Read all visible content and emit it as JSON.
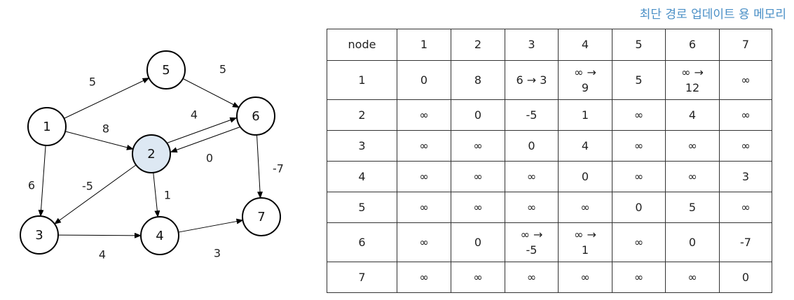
{
  "caption": "최단 경로 업데이트 용 메모리",
  "graph": {
    "nodes": [
      {
        "id": "1",
        "label": "1",
        "highlight": false
      },
      {
        "id": "2",
        "label": "2",
        "highlight": true
      },
      {
        "id": "3",
        "label": "3",
        "highlight": false
      },
      {
        "id": "4",
        "label": "4",
        "highlight": false
      },
      {
        "id": "5",
        "label": "5",
        "highlight": false
      },
      {
        "id": "6",
        "label": "6",
        "highlight": false
      },
      {
        "id": "7",
        "label": "7",
        "highlight": false
      }
    ],
    "edges": [
      {
        "from": "1",
        "to": "5",
        "weight": "5"
      },
      {
        "from": "1",
        "to": "2",
        "weight": "8"
      },
      {
        "from": "1",
        "to": "3",
        "weight": "6"
      },
      {
        "from": "5",
        "to": "6",
        "weight": "5"
      },
      {
        "from": "2",
        "to": "6",
        "weight": "4"
      },
      {
        "from": "6",
        "to": "2",
        "weight": "0"
      },
      {
        "from": "2",
        "to": "3",
        "weight": "-5"
      },
      {
        "from": "2",
        "to": "4",
        "weight": "1"
      },
      {
        "from": "6",
        "to": "7",
        "weight": "-7"
      },
      {
        "from": "3",
        "to": "4",
        "weight": "4"
      },
      {
        "from": "4",
        "to": "7",
        "weight": "3"
      }
    ],
    "colors": {
      "highlight_fill": "#dde8f3",
      "node_fill": "#ffffff",
      "stroke": "#000000"
    }
  },
  "table": {
    "header": [
      "node",
      "1",
      "2",
      "3",
      "4",
      "5",
      "6",
      "7"
    ],
    "rows": [
      [
        "1",
        "0",
        "8",
        "6 → 3",
        "∞ →\n9",
        "5",
        "∞ →\n12",
        "∞"
      ],
      [
        "2",
        "∞",
        "0",
        "-5",
        "1",
        "∞",
        "4",
        "∞"
      ],
      [
        "3",
        "∞",
        "∞",
        "0",
        "4",
        "∞",
        "∞",
        "∞"
      ],
      [
        "4",
        "∞",
        "∞",
        "∞",
        "0",
        "∞",
        "∞",
        "3"
      ],
      [
        "5",
        "∞",
        "∞",
        "∞",
        "∞",
        "0",
        "5",
        "∞"
      ],
      [
        "6",
        "∞",
        "0",
        "∞ →\n-5",
        "∞ →\n1",
        "∞",
        "0",
        "-7"
      ],
      [
        "7",
        "∞",
        "∞",
        "∞",
        "∞",
        "∞",
        "∞",
        "0"
      ]
    ]
  }
}
